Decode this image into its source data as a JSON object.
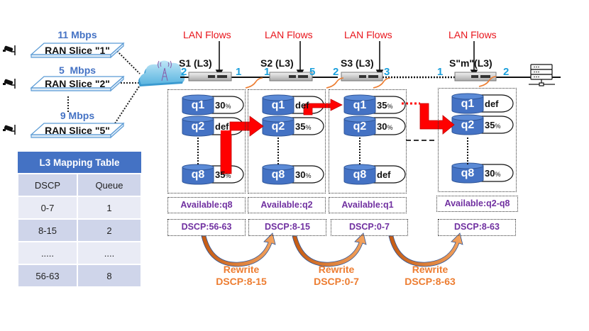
{
  "ran_slices": [
    {
      "rate": "11 Mbps",
      "label": "RAN Slice \"1\""
    },
    {
      "rate": "5  Mbps",
      "label": "RAN Slice \"2\""
    },
    {
      "rate": "9 Mbps",
      "label": "RAN Slice \"5\""
    }
  ],
  "mapping_table": {
    "title": "L3 Mapping Table",
    "headers": [
      "DSCP",
      "Queue"
    ],
    "rows": [
      [
        "0-7",
        "1"
      ],
      [
        "8-15",
        "2"
      ],
      [
        ".....",
        "...."
      ],
      [
        "56-63",
        "8"
      ]
    ]
  },
  "lan_flows_label": "LAN Flows",
  "switches": [
    {
      "name": "S1 (L3)",
      "port_in": "2",
      "port_out": "1",
      "queues": [
        {
          "name": "q1",
          "value": "30",
          "unit": "%"
        },
        {
          "name": "q2",
          "value": "def",
          "unit": ""
        },
        {
          "name": "q8",
          "value": "35",
          "unit": "%"
        }
      ],
      "available": "Available:q8",
      "dscp": "DSCP:56-63"
    },
    {
      "name": "S2 (L3)",
      "port_in": "1",
      "port_out": "5",
      "queues": [
        {
          "name": "q1",
          "value": "def",
          "unit": ""
        },
        {
          "name": "q2",
          "value": "35",
          "unit": "%"
        },
        {
          "name": "q8",
          "value": "30",
          "unit": "%"
        }
      ],
      "available": "Available:q2",
      "dscp": "DSCP:8-15"
    },
    {
      "name": "S3 (L3)",
      "port_in": "2",
      "port_out": "3",
      "queues": [
        {
          "name": "q1",
          "value": "35",
          "unit": "%"
        },
        {
          "name": "q2",
          "value": "30",
          "unit": "%"
        },
        {
          "name": "q8",
          "value": "def",
          "unit": ""
        }
      ],
      "available": "Available:q1",
      "dscp": "DSCP:0-7"
    },
    {
      "name": "S\"m\"(L3)",
      "port_in": "1",
      "port_out": "2",
      "queues": [
        {
          "name": "q1",
          "value": "def",
          "unit": ""
        },
        {
          "name": "q2",
          "value": "35",
          "unit": "%"
        },
        {
          "name": "q8",
          "value": "30",
          "unit": "%"
        }
      ],
      "available": "Available:q2-q8",
      "dscp": "DSCP:8-63"
    }
  ],
  "rewrites": [
    {
      "line1": "Rewrite",
      "line2": "DSCP:8-15"
    },
    {
      "line1": "Rewrite",
      "line2": "DSCP:0-7"
    },
    {
      "line1": "Rewrite",
      "line2": "DSCP:8-63"
    }
  ],
  "colors": {
    "slice_blue": "#4472c4",
    "lan_red": "#e8141b",
    "port_cyan": "#1ca0dc",
    "queue_blue": "#4472c4",
    "arrow_red": "#ff0000",
    "purple_text": "#7030a0",
    "rewrite_orange": "#ed7d31"
  }
}
